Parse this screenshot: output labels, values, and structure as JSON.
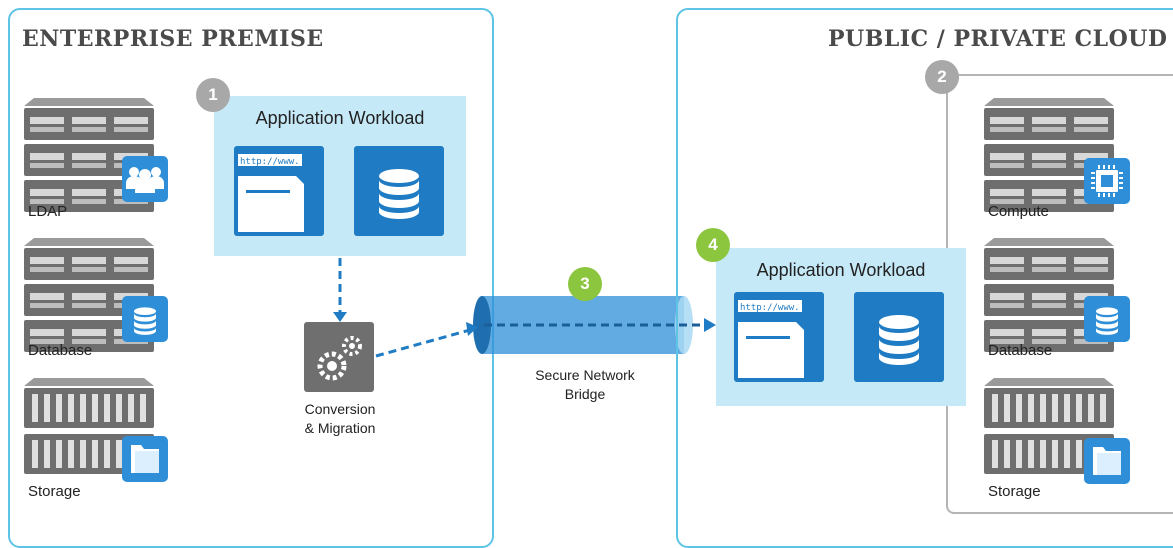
{
  "enterprise": {
    "title": "ENTERPRISE PREMISE",
    "servers": [
      {
        "label": "LDAP",
        "icon": "users-icon"
      },
      {
        "label": "Database",
        "icon": "database-icon"
      },
      {
        "label": "Storage",
        "icon": "folder-icon"
      }
    ],
    "workload": {
      "badge": "1",
      "title": "Application Workload"
    },
    "conversion": {
      "line1": "Conversion",
      "line2": "& Migration"
    }
  },
  "bridge": {
    "badge": "3",
    "line1": "Secure Network",
    "line2": "Bridge"
  },
  "cloud": {
    "title": "PUBLIC / PRIVATE CLOUD",
    "resources_badge": "2",
    "servers": [
      {
        "label": "Compute",
        "icon": "cpu-chip-icon"
      },
      {
        "label": "Database",
        "icon": "database-icon"
      },
      {
        "label": "Storage",
        "icon": "folder-icon"
      }
    ],
    "workload": {
      "badge": "4",
      "title": "Application Workload"
    }
  },
  "web_tile_text": "http://www.",
  "colors": {
    "panel_border": "#5dc4e6",
    "workload_bg": "#c6e9f7",
    "tile_blue": "#1f7cc4",
    "badge_grey": "#a8a8a8",
    "badge_green": "#8cc63f",
    "arrow_blue": "#1f7cc4"
  }
}
